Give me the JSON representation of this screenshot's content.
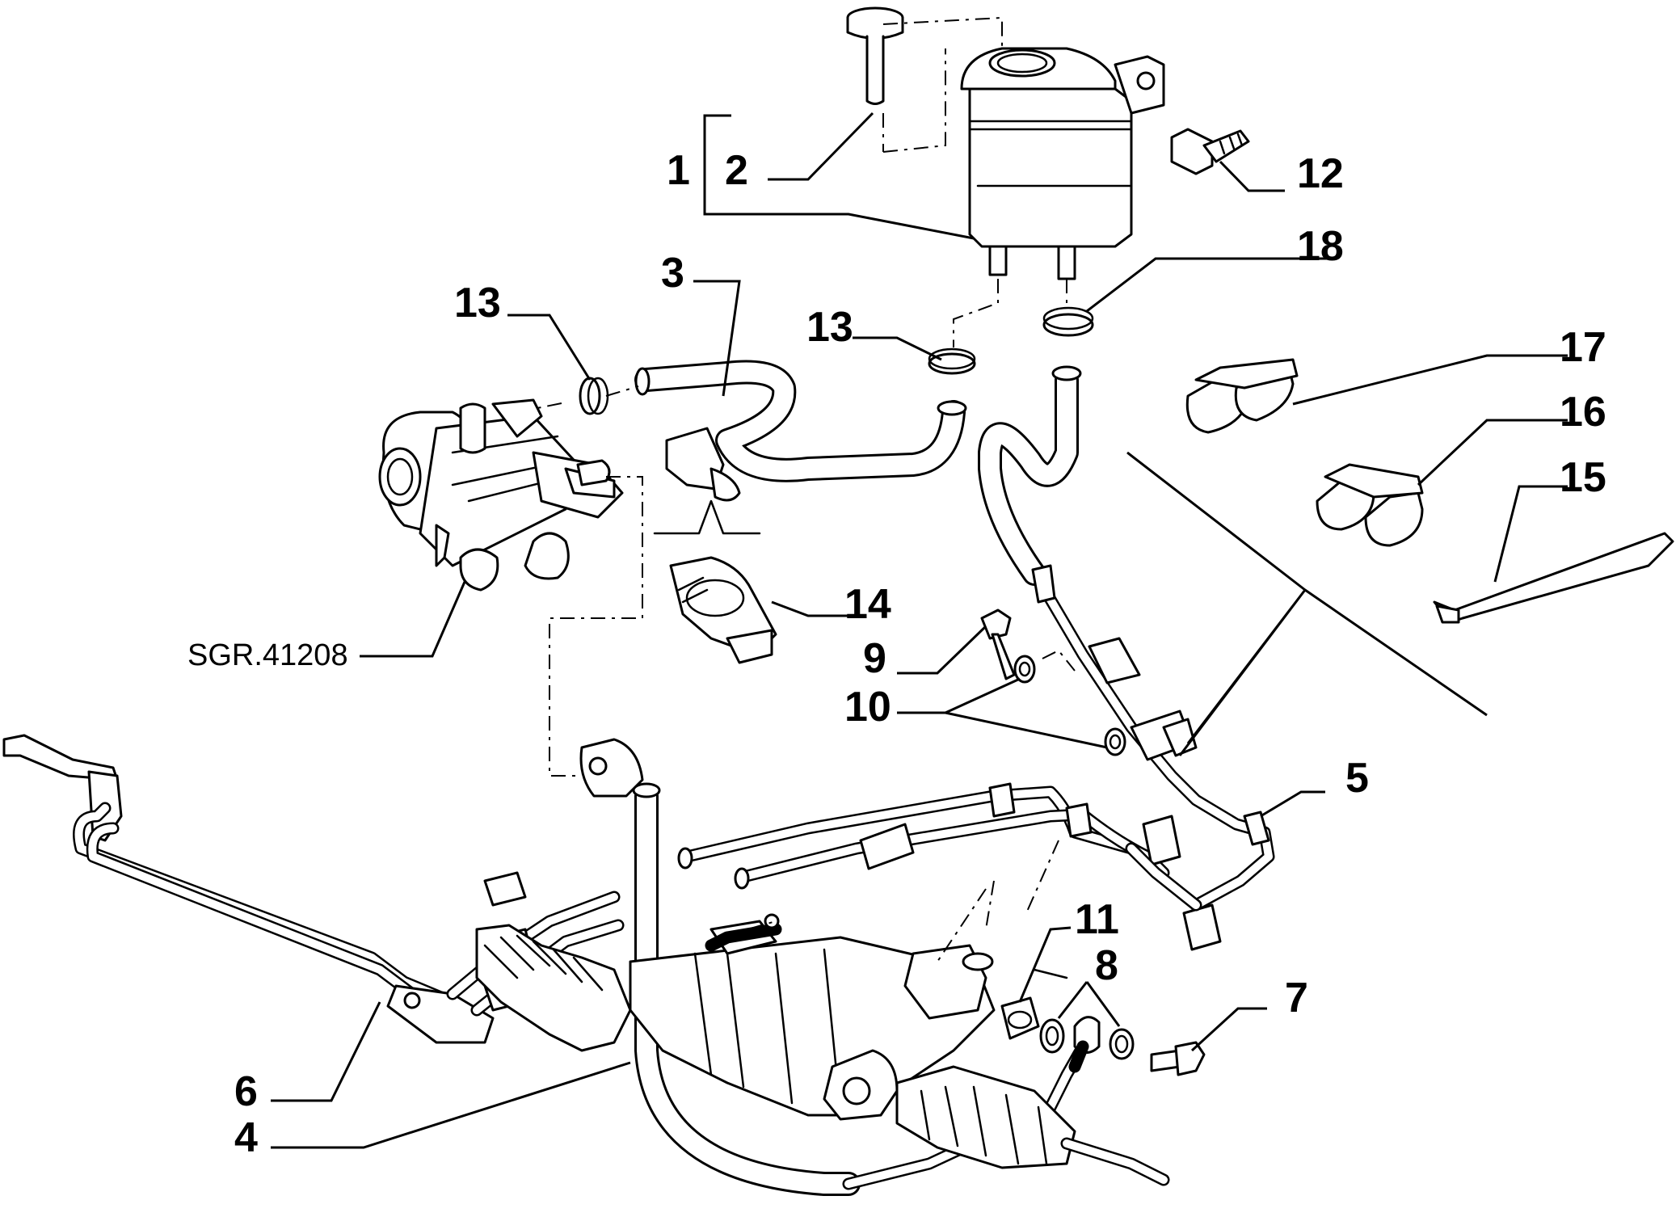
{
  "diagram": {
    "reference_code": "SGR.41208",
    "callouts": {
      "c1": "1",
      "c2": "2",
      "c3": "3",
      "c4": "4",
      "c5": "5",
      "c6": "6",
      "c7": "7",
      "c8": "8",
      "c9": "9",
      "c10": "10",
      "c11": "11",
      "c12": "12",
      "c13a": "13",
      "c13b": "13",
      "c14": "14",
      "c15": "15",
      "c16": "16",
      "c17": "17",
      "c18": "18"
    }
  }
}
